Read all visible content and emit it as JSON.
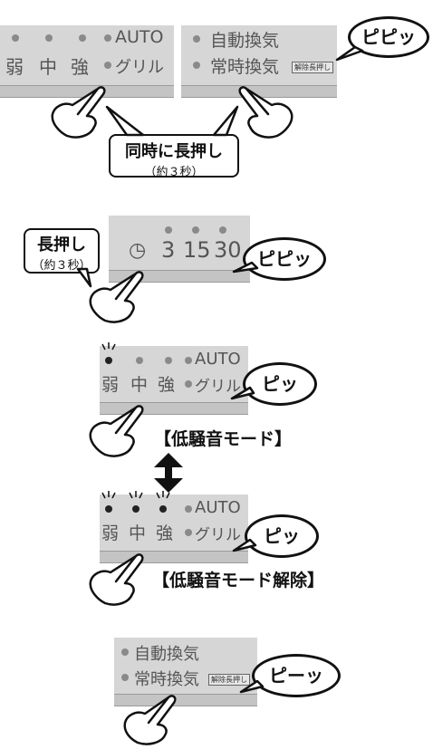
{
  "section1": {
    "left_panel": {
      "auto": "AUTO",
      "weak": "弱",
      "mid": "中",
      "strong": "強",
      "grill": "グリル"
    },
    "right_panel": {
      "auto_vent": "自動換気",
      "constant_vent": "常時換気",
      "release_tag": "解除長押し"
    },
    "beep": "ピピッ",
    "callout_main": "同時に長押し",
    "callout_sub": "（約３秒）"
  },
  "section2": {
    "timer_values": [
      "3",
      "15",
      "30"
    ],
    "beep": "ピピッ",
    "callout_main": "長押し",
    "callout_sub": "（約３秒）"
  },
  "section3": {
    "auto": "AUTO",
    "weak": "弱",
    "mid": "中",
    "strong": "強",
    "grill": "グリル",
    "beep": "ピッ",
    "heading": "【低騒音モード】"
  },
  "section4": {
    "auto": "AUTO",
    "weak": "弱",
    "mid": "中",
    "strong": "強",
    "grill": "グリル",
    "beep": "ピッ",
    "heading": "【低騒音モード解除】"
  },
  "section5": {
    "auto_vent": "自動換気",
    "constant_vent": "常時換気",
    "release_tag": "解除長押し",
    "beep": "ピーッ"
  }
}
